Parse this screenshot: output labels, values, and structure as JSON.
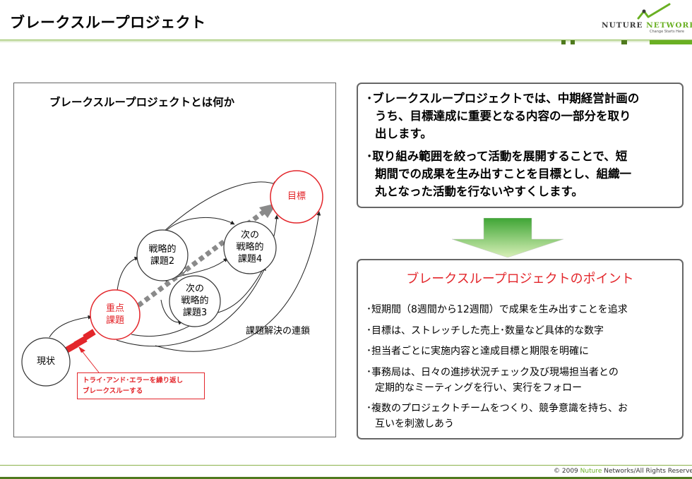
{
  "header": {
    "title": "ブレークスループロジェクト",
    "logo_main": "NUTURE",
    "logo_accent": "NETWORKS",
    "logo_tagline": "Change Starts Here"
  },
  "diagram": {
    "title": "ブレークスループロジェクトとは何か",
    "nodes": {
      "genjo": "現状",
      "juten_line1": "重点",
      "juten_line2": "課題",
      "senryaku2_line1": "戦略的",
      "senryaku2_line2": "課題2",
      "next3_line1": "次の",
      "next3_line2": "戦略的",
      "next3_line3": "課題3",
      "next4_line1": "次の",
      "next4_line2": "戦略的",
      "next4_line3": "課題4",
      "mokuhyo": "目標"
    },
    "chain_label": "課題解決の連鎖",
    "note_line1": "トライ･アンド･エラーを繰り返し",
    "note_line2": "ブレークスルーする",
    "colors": {
      "accent_red": "#e3262b",
      "dashed_arrow": "#8a8a8a"
    }
  },
  "summary": {
    "b1_l1": "･ブレークスループロジェクトでは、中期経営計画の",
    "b1_l2": "うち、目標達成に重要となる内容の一部分を取り",
    "b1_l3": "出します。",
    "b2_l1": "･取り組み範囲を絞って活動を展開することで、短",
    "b2_l2": "期間での成果を生み出すことを目標とし、組織一",
    "b2_l3": "丸となった活動を行ないやすくします。"
  },
  "points": {
    "title": "ブレークスループロジェクトのポイント",
    "p1": "･短期間（8週間から12週間）で成果を生み出すことを追求",
    "p2": "･目標は、ストレッチした売上･数量など具体的な数字",
    "p3": "･担当者ごとに実施内容と達成目標と期限を明確に",
    "p4_l1": "･事務局は、日々の進捗状況チェック及び現場担当者との",
    "p4_l2": "定期的なミーティングを行い、実行をフォロー",
    "p5_l1": "･複数のプロジェクトチームをつくり、競争意識を持ち、お",
    "p5_l2": "互いを刺激しあう"
  },
  "footer": {
    "copyright_pre": "© 2009 ",
    "copyright_brand": "Nuture",
    "copyright_post": " Networks/All Rights Reserved"
  },
  "colors": {
    "header_green": "#6ab023",
    "arrow_green": "#7dc242",
    "border_gray": "#666666"
  }
}
